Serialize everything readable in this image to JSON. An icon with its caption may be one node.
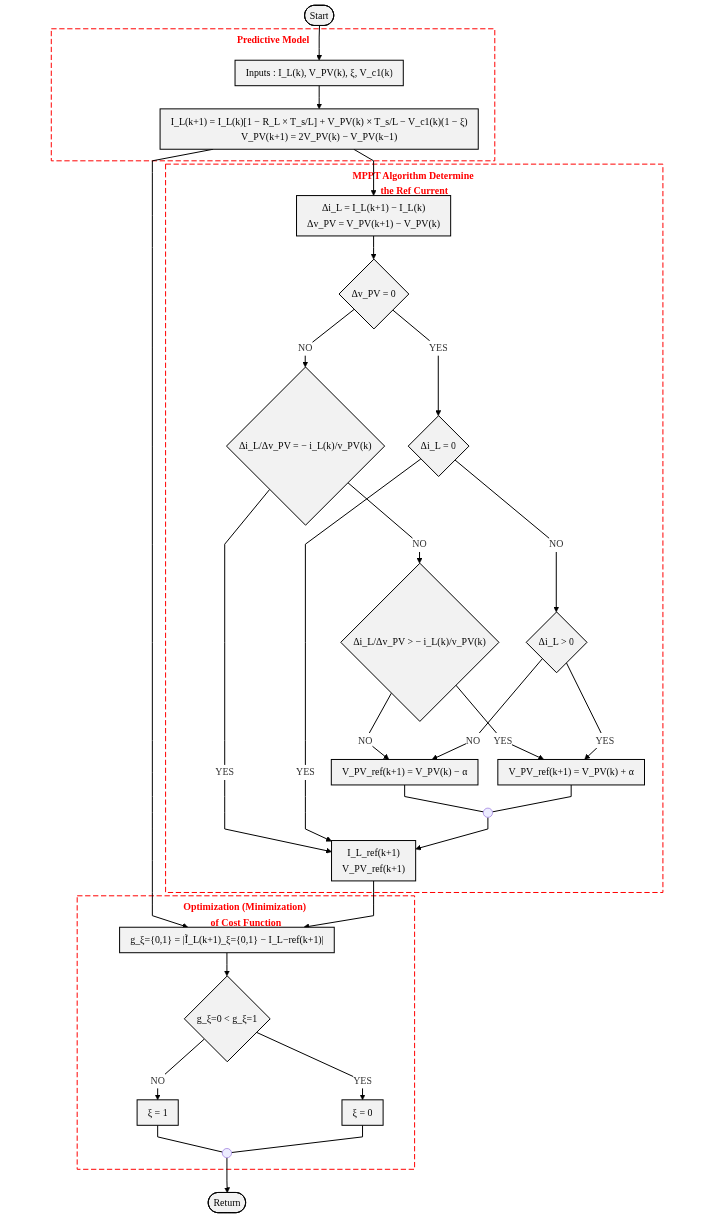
{
  "diagram": {
    "nodes": [
      {
        "text": [
          "Start"
        ]
      },
      {
        "text": [
          "Predictive Model"
        ]
      },
      {
        "text": [
          "Inputs : I_L(k), V_PV(k), ξ, V_c1(k)"
        ],
        "in": 1
      },
      {
        "text": [
          "I_L(k+1) = I_L(k)[1 − R_L × T_s/L] + V_PV(k) × T_s/L − V_c1(k)(1 − ξ)",
          "V_PV(k+1) = 2V_PV(k) − V_PV(k−1)"
        ],
        "in": 1
      },
      {
        "text": [
          "MPPT Algorithm Determine the Ref Current"
        ]
      },
      {
        "text": [
          "Δi_L = I_L(k+1) − I_L(k)",
          "Δv_PV = V_PV(k+1) − V_PV(k)"
        ],
        "in": 4
      },
      {
        "text": [
          "Δv_PV = 0"
        ],
        "in": 4
      },
      {
        "text": [
          "Δi_L/Δv_PV = − i_L(k)/v_PV(k)"
        ],
        "in": 4
      },
      {
        "text": [
          "Δi_L = 0"
        ],
        "in": 4
      },
      {
        "text": [
          "Δi_L/Δv_PV > − i_L(k)/v_PV(k)"
        ],
        "in": 4
      },
      {
        "text": [
          "Δi_L > 0"
        ],
        "in": 4
      },
      {
        "text": [
          "V_PV_ref(k+1) = V_PV(k) − α"
        ],
        "in": 4
      },
      {
        "text": [
          "V_PV_ref(k+1) = V_PV(k) + α"
        ],
        "in": 4
      },
      {
        "text": [],
        "shape": "circle",
        "in": 4
      },
      {
        "text": [
          "I_L_ref(k+1)",
          "V_PV_ref(k+1)"
        ],
        "in": 4
      },
      {
        "text": [
          "Optimization (Minimization) of Cost Function"
        ]
      },
      {
        "text": [
          "g_ξ={0,1} = |Ĩ_L(k+1)_ξ={0,1} − I_L−ref(k+1)|"
        ],
        "in": 15
      },
      {
        "text": [
          "g_ξ=0 < g_ξ=1"
        ],
        "in": 15
      },
      {
        "text": [
          "ξ = 1"
        ],
        "in": 15
      },
      {
        "text": [
          "ξ = 0"
        ],
        "in": 15
      },
      {
        "text": [],
        "shape": "circle",
        "in": 15
      },
      {
        "text": [
          "Return"
        ]
      }
    ],
    "edges": [
      {
        "from": 0,
        "to": 2,
        "arrow": "to"
      },
      {
        "from": 2,
        "to": 3,
        "arrow": "to"
      },
      {
        "from": 3,
        "to": 5,
        "arrow": "to"
      },
      {
        "from": 3,
        "to": 16,
        "arrow": "to"
      },
      {
        "from": 5,
        "to": 6,
        "arrow": "to"
      },
      {
        "from": 6,
        "to": 7,
        "arrow": "to",
        "label": "NO"
      },
      {
        "from": 6,
        "to": 8,
        "arrow": "to",
        "label": "YES"
      },
      {
        "from": 7,
        "to": 14,
        "arrow": "to",
        "label": "YES"
      },
      {
        "from": 7,
        "to": 9,
        "arrow": "to",
        "label": "NO"
      },
      {
        "from": 8,
        "to": 10,
        "arrow": "to",
        "label": "NO"
      },
      {
        "from": 8,
        "to": 14,
        "arrow": "to",
        "label": "YES"
      },
      {
        "from": 9,
        "to": 12,
        "arrow": "to",
        "label": "YES"
      },
      {
        "from": 9,
        "to": 11,
        "arrow": "to",
        "label": "NO"
      },
      {
        "from": 10,
        "to": 11,
        "arrow": "to",
        "label": "NO"
      },
      {
        "from": 10,
        "to": 12,
        "arrow": "to",
        "label": "YES"
      },
      {
        "from": 11,
        "to": 13,
        "arrow": "none"
      },
      {
        "from": 12,
        "to": 13,
        "arrow": "none"
      },
      {
        "from": 13,
        "to": 14,
        "arrow": "to"
      },
      {
        "from": 14,
        "to": 16,
        "arrow": "to"
      },
      {
        "from": 16,
        "to": 17,
        "arrow": "to"
      },
      {
        "from": 17,
        "to": 18,
        "arrow": "to",
        "label": "NO"
      },
      {
        "from": 17,
        "to": 19,
        "arrow": "to",
        "label": "YES"
      },
      {
        "from": 18,
        "to": 20,
        "arrow": "none"
      },
      {
        "from": 19,
        "to": 20,
        "arrow": "none"
      },
      {
        "from": 20,
        "to": 21,
        "arrow": "to"
      }
    ]
  }
}
